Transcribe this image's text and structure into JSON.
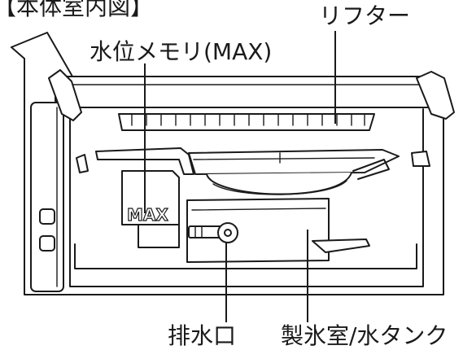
{
  "title": "【本体室内図】",
  "labels": {
    "water_level": "水位メモリ(MAX)",
    "lifter": "リフター",
    "drain": "排水口",
    "ice_room": "製氷室/水タンク"
  },
  "marks": {
    "max": "MAX"
  }
}
